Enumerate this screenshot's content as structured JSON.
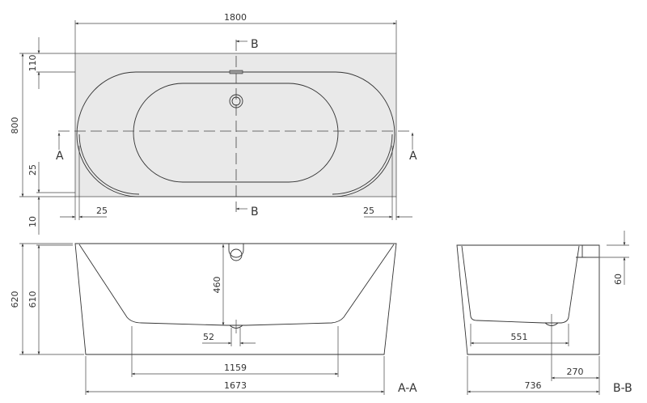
{
  "top_view": {
    "dims": {
      "length": "1800",
      "width": "800",
      "rim_back": "110",
      "offset_front": "25",
      "gap_front": "10",
      "offset_left": "25",
      "offset_right": "25"
    },
    "section_marks": {
      "a_left": "A",
      "a_right": "A",
      "b_top": "B",
      "b_bottom": "B"
    }
  },
  "section_aa": {
    "label": "A-A",
    "dims": {
      "total_height": "620",
      "body_height": "610",
      "overflow_depth": "460",
      "drain": "52",
      "bottom_length": "1159",
      "base_length": "1673"
    }
  },
  "section_bb": {
    "label": "B-B",
    "dims": {
      "rim": "60",
      "bottom_width": "551",
      "drain_offset": "270",
      "base_width": "736"
    }
  },
  "colors": {
    "top_fill": "#e9e9e9",
    "line": "#333333"
  }
}
